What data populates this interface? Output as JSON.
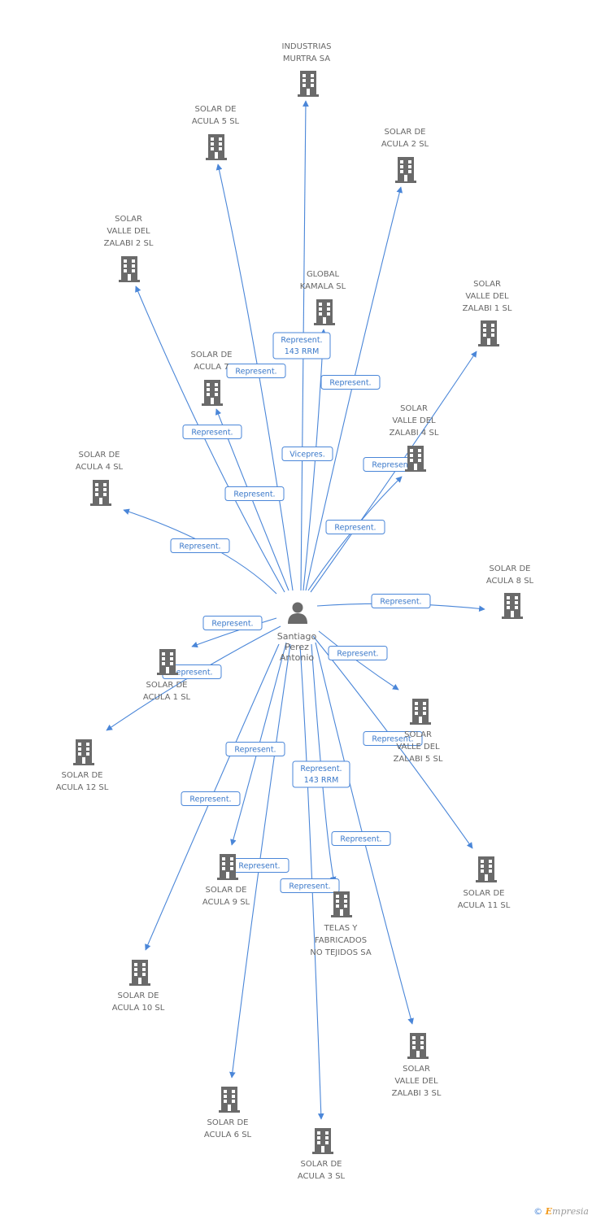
{
  "center": {
    "label": [
      "Santiago",
      "Perez",
      "Antonio"
    ],
    "icon": "person-icon"
  },
  "nodes": [
    {
      "id": "industrias-murtra",
      "label": [
        "INDUSTRIAS",
        "MURTRA SA"
      ],
      "icon": "building-icon"
    },
    {
      "id": "solar-de-acula-5",
      "label": [
        "SOLAR DE",
        "ACULA 5 SL"
      ],
      "icon": "building-icon"
    },
    {
      "id": "solar-de-acula-2",
      "label": [
        "SOLAR DE",
        "ACULA 2 SL"
      ],
      "icon": "building-icon"
    },
    {
      "id": "solar-valle-del-zalabi-2",
      "label": [
        "SOLAR",
        "VALLE DEL",
        "ZALABI 2 SL"
      ],
      "icon": "building-icon"
    },
    {
      "id": "global-kamala",
      "label": [
        "GLOBAL",
        "KAMALA SL"
      ],
      "icon": "building-icon"
    },
    {
      "id": "solar-valle-del-zalabi-1",
      "label": [
        "SOLAR",
        "VALLE DEL",
        "ZALABI 1 SL"
      ],
      "icon": "building-icon"
    },
    {
      "id": "solar-de-acula-7",
      "label": [
        "SOLAR DE",
        "ACULA 7"
      ],
      "icon": "building-icon"
    },
    {
      "id": "solar-valle-del-zalabi-4",
      "label": [
        "SOLAR",
        "VALLE DEL",
        "ZALABI 4 SL"
      ],
      "icon": "building-icon"
    },
    {
      "id": "solar-de-acula-4",
      "label": [
        "SOLAR DE",
        "ACULA 4 SL"
      ],
      "icon": "building-icon"
    },
    {
      "id": "solar-de-acula-8",
      "label": [
        "SOLAR DE",
        "ACULA 8 SL"
      ],
      "icon": "building-icon"
    },
    {
      "id": "solar-de-acula-1",
      "label": [
        "SOLAR DE",
        "ACULA 1 SL"
      ],
      "icon": "building-icon"
    },
    {
      "id": "solar-valle-del-zalabi-5",
      "label": [
        "SOLAR",
        "VALLE DEL",
        "ZALABI 5 SL"
      ],
      "icon": "building-icon"
    },
    {
      "id": "solar-de-acula-12",
      "label": [
        "SOLAR DE",
        "ACULA 12 SL"
      ],
      "icon": "building-icon"
    },
    {
      "id": "solar-de-acula-11",
      "label": [
        "SOLAR DE",
        "ACULA 11 SL"
      ],
      "icon": "building-icon"
    },
    {
      "id": "solar-de-acula-9",
      "label": [
        "SOLAR DE",
        "ACULA 9 SL"
      ],
      "icon": "building-icon"
    },
    {
      "id": "telas-y-fabricados",
      "label": [
        "TELAS Y",
        "FABRICADOS",
        "NO TEJIDOS SA"
      ],
      "icon": "building-icon"
    },
    {
      "id": "solar-de-acula-10",
      "label": [
        "SOLAR DE",
        "ACULA 10 SL"
      ],
      "icon": "building-icon"
    },
    {
      "id": "solar-valle-del-zalabi-3",
      "label": [
        "SOLAR",
        "VALLE DEL",
        "ZALABI 3 SL"
      ],
      "icon": "building-icon"
    },
    {
      "id": "solar-de-acula-6",
      "label": [
        "SOLAR DE",
        "ACULA 6 SL"
      ],
      "icon": "building-icon"
    },
    {
      "id": "solar-de-acula-3",
      "label": [
        "SOLAR DE",
        "ACULA 3 SL"
      ],
      "icon": "building-icon"
    }
  ],
  "edges": [
    {
      "to": "industrias-murtra",
      "label": [
        "Represent.",
        "143 RRM"
      ]
    },
    {
      "to": "solar-de-acula-5",
      "label": [
        "Represent."
      ]
    },
    {
      "to": "solar-de-acula-2",
      "label": [
        "Represent."
      ]
    },
    {
      "to": "solar-valle-del-zalabi-2",
      "label": [
        "Represent."
      ]
    },
    {
      "to": "global-kamala",
      "label": [
        "Vicepres."
      ]
    },
    {
      "to": "solar-valle-del-zalabi-1",
      "label": [
        "Represent."
      ]
    },
    {
      "to": "solar-de-acula-7",
      "label": [
        "Represent."
      ]
    },
    {
      "to": "solar-valle-del-zalabi-4",
      "label": [
        "Represent."
      ]
    },
    {
      "to": "solar-de-acula-4",
      "label": [
        "Represent."
      ]
    },
    {
      "to": "solar-de-acula-8",
      "label": [
        "Represent."
      ]
    },
    {
      "to": "solar-de-acula-1",
      "label": [
        "Represent."
      ]
    },
    {
      "to": "solar-valle-del-zalabi-5",
      "label": [
        "Represent."
      ]
    },
    {
      "to": "solar-de-acula-12",
      "label": [
        "Represent."
      ]
    },
    {
      "to": "solar-de-acula-11",
      "label": [
        "Represent."
      ]
    },
    {
      "to": "solar-de-acula-9",
      "label": [
        "Represent."
      ]
    },
    {
      "to": "telas-y-fabricados",
      "label": [
        "Represent."
      ]
    },
    {
      "to": "solar-de-acula-10",
      "label": [
        "Represent."
      ]
    },
    {
      "to": "solar-valle-del-zalabi-3",
      "label": [
        "Represent."
      ]
    },
    {
      "to": "solar-de-acula-6",
      "label": [
        "Represent."
      ]
    },
    {
      "to": "solar-de-acula-3",
      "label": [
        "Represent.",
        "143 RRM"
      ]
    }
  ],
  "colors": {
    "edge": "#4a86d8",
    "icon": "#6a6a6a",
    "text": "#666666",
    "brand_accent": "#f29a1d"
  },
  "brand": {
    "copyright": "©",
    "name_initial": "E",
    "name_rest": "mpresia"
  }
}
